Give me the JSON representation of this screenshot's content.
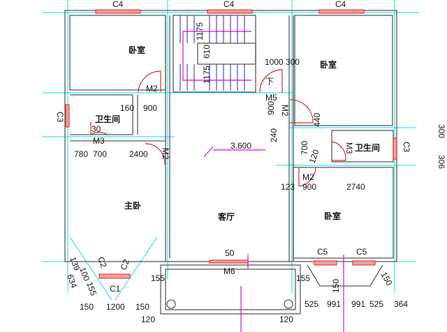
{
  "plan": {
    "colors": {
      "wall": "#555555",
      "axis": "#00e0e8",
      "window": "#e02020",
      "stair": "#2020c0",
      "marker": "#e000e0"
    },
    "rooms": {
      "bedroom_nw": "卧室",
      "bedroom_ne": "卧室",
      "bath_w": "卫生间",
      "bath_e": "卫生间",
      "master": "主卧",
      "living": "客厅",
      "bedroom_se": "卧室"
    },
    "windows": {
      "c4_a": "C4",
      "c4_b": "C4",
      "c4_c": "C4",
      "c3_w": "C3",
      "c3_e": "C3",
      "c2_a": "C2",
      "c2_b": "C2",
      "c1": "C1",
      "c5_a": "C5",
      "c5_b": "C5"
    },
    "doors": {
      "m2_a": "M2",
      "m5": "M5",
      "m2_b": "M2",
      "m3_w": "M3",
      "m2_c": "M2",
      "m3_e": "M3",
      "m2_d": "M2",
      "m6": "M6"
    },
    "stair": {
      "d1": "1175",
      "d2": "610",
      "d3": "1175",
      "down": "下"
    },
    "elevation": "3.600",
    "dims": [
      "1000 300",
      "900",
      "160",
      "900",
      "440",
      "30",
      "240",
      "780",
      "700",
      "2400",
      "700",
      "120",
      "123",
      "900",
      "2740",
      "50",
      "139",
      "100",
      "634",
      "155",
      "155",
      "155",
      "150",
      "150",
      "150",
      "1200",
      "150",
      "120",
      "120",
      "525",
      "991",
      "991",
      "525",
      "364",
      "300",
      "306"
    ]
  }
}
